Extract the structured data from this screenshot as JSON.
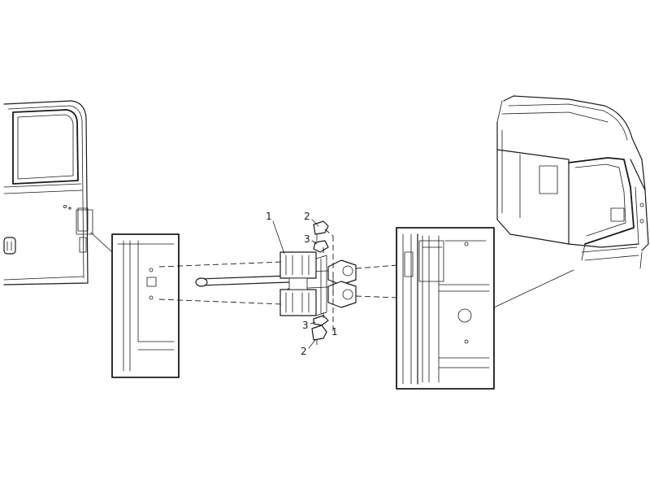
{
  "diagram": {
    "callouts": [
      {
        "id": "c1-top",
        "label": "1"
      },
      {
        "id": "c2-top",
        "label": "2"
      },
      {
        "id": "c3-top",
        "label": "3"
      },
      {
        "id": "c3-bottom",
        "label": "3"
      },
      {
        "id": "c1-bottom",
        "label": "1"
      },
      {
        "id": "c2-bottom",
        "label": "2"
      }
    ],
    "line_color": "#1a1a1a",
    "background_color": "#ffffff"
  }
}
